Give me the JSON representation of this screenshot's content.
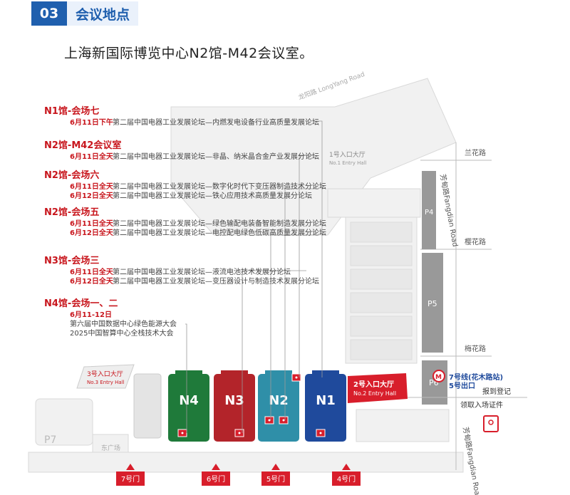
{
  "header": {
    "number": "03",
    "title": "会议地点"
  },
  "venue": "上海新国际博览中心N2馆-M42会议室。",
  "sessions": [
    {
      "title": "N1馆-会场七",
      "lines": [
        {
          "date": "6月11日下午",
          "text": "第二届中国电器工业发展论坛—内燃发电设备行业高质量发展论坛"
        }
      ]
    },
    {
      "title": "N2馆-M42会议室",
      "lines": [
        {
          "date": "6月11日全天",
          "text": "第二届中国电器工业发展论坛—非晶、纳米晶合金产业发展分论坛"
        }
      ]
    },
    {
      "title": "N2馆-会场六",
      "lines": [
        {
          "date": "6月11日全天",
          "text": "第二届中国电器工业发展论坛—数字化时代下变压器制造技术分论坛"
        },
        {
          "date": "6月12日全天",
          "text": "第二届中国电器工业发展论坛—铁心应用技术高质量发展分论坛"
        }
      ]
    },
    {
      "title": "N2馆-会场五",
      "lines": [
        {
          "date": "6月11日全天",
          "text": "第二届中国电器工业发展论坛—绿色输配电装备智能制造发展分论坛"
        },
        {
          "date": "6月12日全天",
          "text": "第二届中国电器工业发展论坛—电控配电绿色低碳高质量发展分论坛"
        }
      ]
    },
    {
      "title": "N3馆-会场三",
      "lines": [
        {
          "date": "6月11日全天",
          "text": "第二届中国电器工业发展论坛—液流电池技术发展分论坛"
        },
        {
          "date": "6月12日全天",
          "text": "第二届中国电器工业发展论坛—变压器设计与制造技术发展分论坛"
        }
      ]
    },
    {
      "title": "N4馆-会场一、二",
      "lines": [
        {
          "date": "6月11-12日",
          "text": ""
        },
        {
          "date": "",
          "text": "第六届中国数据中心绿色能源大会"
        },
        {
          "date": "",
          "text": "2025中国智算中心全栈技术大会"
        }
      ]
    }
  ],
  "halls": [
    {
      "name": "N4",
      "color": "#1f7a3a"
    },
    {
      "name": "N3",
      "color": "#b3242a"
    },
    {
      "name": "N2",
      "color": "#2f8fa8"
    },
    {
      "name": "N1",
      "color": "#1f4a9c"
    }
  ],
  "map": {
    "road_longyang": "龙阳路 LongYang Road",
    "road_fangdian": "芳甸路Fangdian Road",
    "road_lanhua": "兰花路",
    "road_yinghua": "樱花路",
    "road_meihua": "梅花路",
    "parking_p4": "P4",
    "parking_p5": "P5",
    "parking_p6": "P6",
    "parking_p7": "P7",
    "entry1_cn": "1号入口大厅",
    "entry1_en": "No.1 Entry Hall",
    "entry2_cn": "2号入口大厅",
    "entry2_en": "No.2 Entry Hall",
    "entry3_cn": "3号入口大厅",
    "entry3_en": "No.3 Entry Hall",
    "east_square": "东广场",
    "metro_cn": "7号线(花木路站)",
    "metro_exit": "5号出口",
    "register": "报到登记",
    "badge_pickup": "领取入场证件"
  },
  "gates": [
    "7号门",
    "6号门",
    "5号门",
    "4号门"
  ],
  "colors": {
    "accent": "#c8161d",
    "brand": "#1f5fae"
  }
}
